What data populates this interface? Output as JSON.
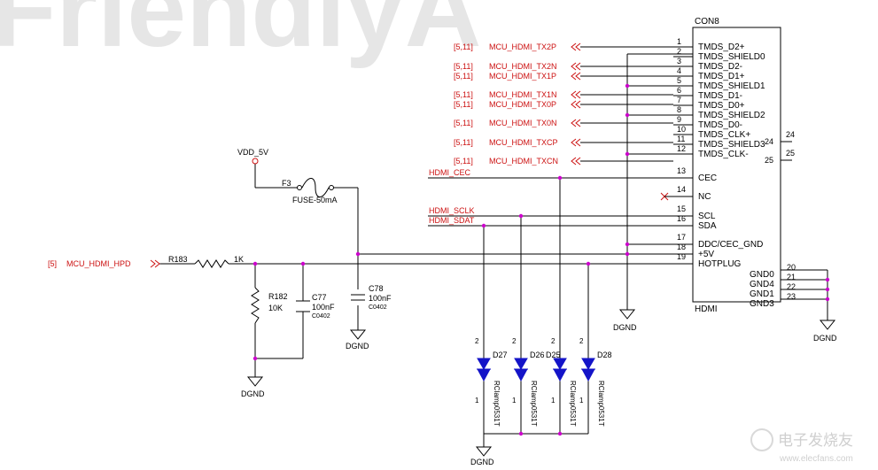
{
  "watermark": {
    "text": "FriendlyA",
    "logo_text": "电子发烧友",
    "url": "www.elecfans.com"
  },
  "connector": {
    "ref": "CON8",
    "name": "HDMI",
    "pins": [
      {
        "num": "1",
        "label": "TMDS_D2+"
      },
      {
        "num": "2",
        "label": "TMDS_SHIELD0"
      },
      {
        "num": "3",
        "label": "TMDS_D2-"
      },
      {
        "num": "4",
        "label": "TMDS_D1+"
      },
      {
        "num": "5",
        "label": "TMDS_SHIELD1"
      },
      {
        "num": "6",
        "label": "TMDS_D1-"
      },
      {
        "num": "7",
        "label": "TMDS_D0+"
      },
      {
        "num": "8",
        "label": "TMDS_SHIELD2"
      },
      {
        "num": "9",
        "label": "TMDS_D0-"
      },
      {
        "num": "10",
        "label": "TMDS_CLK+"
      },
      {
        "num": "11",
        "label": "TMDS_SHIELD3"
      },
      {
        "num": "12",
        "label": "TMDS_CLK-"
      },
      {
        "num": "13",
        "label": "CEC"
      },
      {
        "num": "14",
        "label": "NC"
      },
      {
        "num": "15",
        "label": "SCL"
      },
      {
        "num": "16",
        "label": "SDA"
      },
      {
        "num": "17",
        "label": "DDC/CEC_GND"
      },
      {
        "num": "18",
        "label": "+5V"
      },
      {
        "num": "19",
        "label": "HOTPLUG"
      },
      {
        "num": "20",
        "label": "GND0"
      },
      {
        "num": "21",
        "label": "GND4"
      },
      {
        "num": "22",
        "label": "GND1"
      },
      {
        "num": "23",
        "label": "GND3"
      },
      {
        "num": "24",
        "label": "24"
      },
      {
        "num": "25",
        "label": "25"
      }
    ],
    "extra_pins": [
      "24",
      "25"
    ]
  },
  "ports": [
    {
      "ref": "[5,11]",
      "name": "MCU_HDMI_TX2P"
    },
    {
      "ref": "[5,11]",
      "name": "MCU_HDMI_TX2N"
    },
    {
      "ref": "[5,11]",
      "name": "MCU_HDMI_TX1P"
    },
    {
      "ref": "[5,11]",
      "name": "MCU_HDMI_TX1N"
    },
    {
      "ref": "[5,11]",
      "name": "MCU_HDMI_TX0P"
    },
    {
      "ref": "[5,11]",
      "name": "MCU_HDMI_TX0N"
    },
    {
      "ref": "[5,11]",
      "name": "MCU_HDMI_TXCP"
    },
    {
      "ref": "[5,11]",
      "name": "MCU_HDMI_TXCN"
    },
    {
      "ref": "[5]",
      "name": "MCU_HDMI_HPD"
    }
  ],
  "nets": {
    "cec": "HDMI_CEC",
    "sclk": "HDMI_SCLK",
    "sdat": "HDMI_SDAT"
  },
  "power": {
    "vdd": "VDD_5V",
    "ground": "DGND"
  },
  "fuse": {
    "ref": "F3",
    "value": "FUSE-50mA"
  },
  "resistors": [
    {
      "ref": "R183",
      "value": "1K"
    },
    {
      "ref": "R182",
      "value": "10K"
    }
  ],
  "capacitors": [
    {
      "ref": "C77",
      "value": "100nF",
      "package": "C0402"
    },
    {
      "ref": "C78",
      "value": "100nF",
      "package": "C0402"
    }
  ],
  "diodes": [
    {
      "ref": "D27",
      "part": "RClamp0531T",
      "pin_top": "2",
      "pin_bottom": "1"
    },
    {
      "ref": "D26",
      "part": "RClamp0531T",
      "pin_top": "2",
      "pin_bottom": "1"
    },
    {
      "ref": "D25",
      "part": "RClamp0531T",
      "pin_top": "2",
      "pin_bottom": "1"
    },
    {
      "ref": "D28",
      "part": "RClamp0531T",
      "pin_top": "2",
      "pin_bottom": "1"
    }
  ],
  "colors": {
    "wire": "#000000",
    "diode": "#1414c8",
    "port": "#cc1111",
    "junction": "#cc00cc",
    "watermark": "#e6e6e6"
  }
}
